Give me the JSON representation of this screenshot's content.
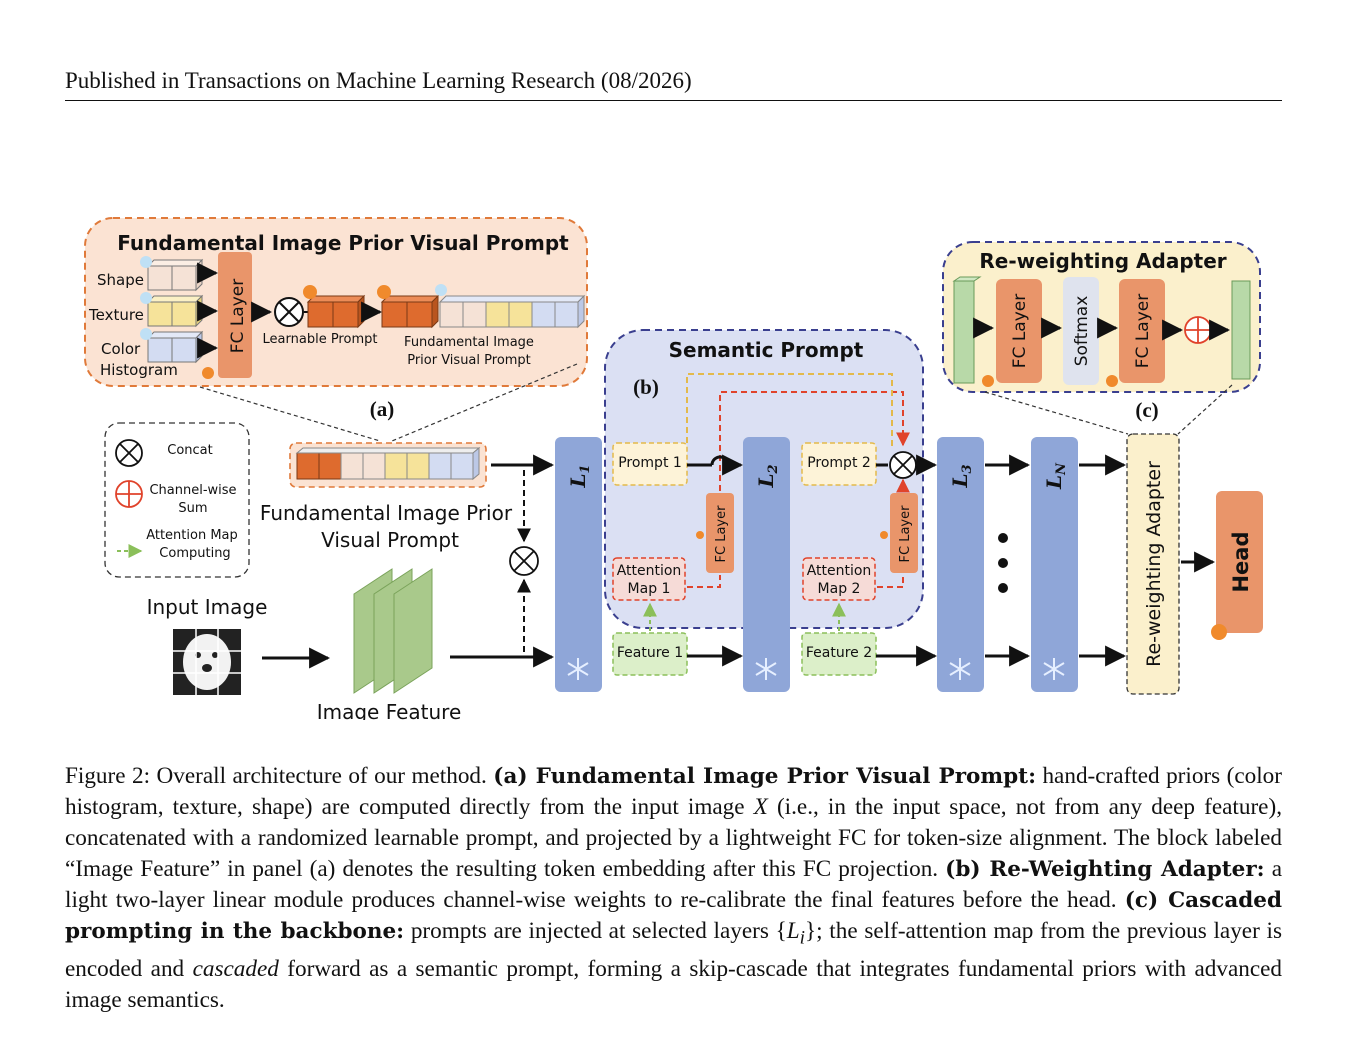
{
  "header": "Published in Transactions on Machine Learning Research (08/2026)",
  "figure": {
    "panel_a_title": "Fundamental Image Prior Visual Prompt",
    "shape": "Shape",
    "texture": "Texture",
    "color": "Color",
    "histogram": "Histogram",
    "fc_layer": "FC Layer",
    "learnable_prompt": "Learnable Prompt",
    "fipvp_line1": "Fundamental Image",
    "fipvp_line2": "Prior Visual Prompt",
    "label_a": "(a)",
    "label_b": "(b)",
    "label_c": "(c)",
    "semantic_prompt": "Semantic Prompt",
    "prompt1": "Prompt 1",
    "prompt2": "Prompt 2",
    "attn1_line1": "Attention",
    "attn1_line2": "Map 1",
    "attn2_line1": "Attention",
    "attn2_line2": "Map 2",
    "feature1": "Feature 1",
    "feature2": "Feature 2",
    "adapter_title": "Re-weighting Adapter",
    "softmax": "Softmax",
    "legend_concat": "Concat",
    "legend_cws1": "Channel-wise",
    "legend_cws2": "Sum",
    "legend_attn1": "Attention Map",
    "legend_attn2": "Computing",
    "fipvp_big1": "Fundamental Image Prior",
    "fipvp_big2": "Visual Prompt",
    "input_image": "Input Image",
    "image_feature": "Image Feature",
    "l1": "L",
    "l1_sub": "1",
    "l2": "L",
    "l2_sub": "2",
    "l3": "L",
    "l3_sub": "3",
    "ln": "L",
    "ln_sub": "N",
    "reweighting_adapter": "Re-weighting Adapter",
    "head": "Head"
  },
  "caption": {
    "p1": "Figure 2: Overall architecture of our method. ",
    "b1": "(a) Fundamental Image Prior Visual Prompt:",
    "p2": " hand-crafted priors (color histogram, texture, shape) are computed directly from the input image ",
    "x": "X",
    "p3": " (i.e., in the input space, not from any deep feature), concatenated with a randomized learnable prompt, and projected by a lightweight FC for token-size alignment. The block labeled “Image Feature” in panel (a) denotes the resulting token embedding after this FC projection. ",
    "b2": "(b) Re-Weighting Adapter:",
    "p4": " a light two-layer linear module produces channel-wise weights to re-calibrate the final features before the head. ",
    "b3": "(c) Cascaded prompting in the backbone:",
    "p5": " prompts are injected at selected layers {",
    "li": "L",
    "li_sub": "i",
    "p6": "}; the self-attention map from the previous layer is encoded and ",
    "cascaded": "cascaded",
    "p7": " forward as a semantic prompt, forming a skip-cascade that integrates fundamental priors with advanced image semantics."
  },
  "colors": {
    "orange_panel": "#fbe3d3",
    "orange_border": "#e07a3a",
    "blue_layer": "#8fa6d8",
    "semantic_bg": "#dbe0f3",
    "semantic_border": "#3a3f8f",
    "adapter_bg": "#fbf0cc",
    "fc_orange": "#e9956a",
    "yellow": "#f6e39a",
    "lightblue": "#d3dcf2",
    "cream": "#f5e2d6",
    "dark_orange": "#de6b2e",
    "green": "#a9c98b",
    "red_dash": "#e0432b"
  }
}
